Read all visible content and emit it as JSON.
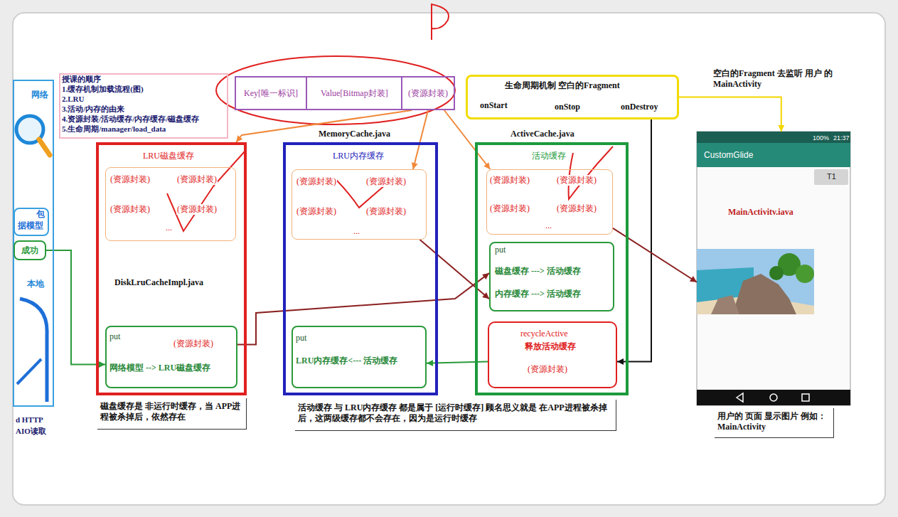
{
  "diagram": {
    "nodes": [
      {
        "text": [
          "网络",
          "本地"
        ]
      },
      {
        "text": [
          "包",
          "据模型"
        ],
        "in": 0
      },
      {
        "text": [
          "成功"
        ],
        "in": 0
      },
      {
        "text": [
          "授课的顺序",
          "1.缓存机制加载流程(图)",
          "2.LRU",
          "3.活动/内存的由来",
          "4.资源封装/活动缓存/内存缓存/磁盘缓存",
          "5.生命周期/manager/load_data"
        ]
      },
      {
        "text": [
          "Key[唯一标识]"
        ]
      },
      {
        "text": [
          "Value[Bitmap封装]"
        ]
      },
      {
        "text": [
          "(资源封装)"
        ]
      },
      {
        "text": [
          "生命周期机制 空白的Fragment",
          "onStart",
          "onStop",
          "onDestroy"
        ]
      },
      {
        "text": [
          "LRU磁盘缓存",
          "DiskLruCacheImpl.java"
        ]
      },
      {
        "text": [
          "(资源封装)",
          "(资源封装)",
          "(资源封装)",
          "(资源封装)",
          "..."
        ],
        "in": 8
      },
      {
        "text": [
          "put",
          "(资源封装)",
          "网络模型 --> LRU磁盘缓存"
        ],
        "in": 8
      },
      {
        "text": [
          "磁盘缓存是 非运行时缓存，当 APP进程被杀掉后，依然存在"
        ]
      },
      {
        "text": [
          "MemoryCache.java",
          "LRU内存缓存"
        ]
      },
      {
        "text": [
          "(资源封装)",
          "(资源封装)",
          "(资源封装)",
          "(资源封装)",
          "..."
        ],
        "in": 12
      },
      {
        "text": [
          "put",
          "LRU内存缓存<--- 活动缓存"
        ],
        "in": 12
      },
      {
        "text": [
          "ActiveCache.java",
          "活动缓存"
        ]
      },
      {
        "text": [
          "(资源封装)",
          "(资源封装)",
          "(资源封装)",
          "(资源封装)",
          "..."
        ],
        "in": 15
      },
      {
        "text": [
          "put",
          "磁盘缓存 ---> 活动缓存",
          "内存缓存 ---> 活动缓存"
        ],
        "in": 15
      },
      {
        "text": [
          "recycleActive",
          "释放活动缓存",
          "(资源封装)"
        ],
        "in": 15
      },
      {
        "text": [
          "活动缓存 与 LRU内存缓存 都是属于 [运行时缓存] 顾名思义就是 在APP进程被杀掉后，这两级缓存都不会存在，因为是运行时缓存"
        ]
      },
      {
        "text": [
          "CustomGlide",
          "MainActivitv.iava"
        ]
      },
      {
        "text": [
          "T1"
        ],
        "in": 20
      },
      {
        "text": [
          "用户的 页面 显示图片 例如：MainActivity"
        ]
      }
    ],
    "edges": [
      {
        "from": 6,
        "to": 8,
        "arrow": "to"
      },
      {
        "from": 6,
        "to": 13,
        "arrow": "to"
      },
      {
        "from": 6,
        "to": 16,
        "arrow": "to"
      },
      {
        "from": 2,
        "to": 10,
        "arrow": "to"
      },
      {
        "from": 10,
        "to": 17,
        "arrow": "to"
      },
      {
        "from": 13,
        "to": 17,
        "arrow": "to"
      },
      {
        "from": 18,
        "to": 14,
        "arrow": "to"
      },
      {
        "from": 7,
        "to": 18,
        "arrow": "to"
      },
      {
        "from": 16,
        "to": 20,
        "arrow": "to"
      },
      {
        "from": 7,
        "to": 20,
        "arrow": "to"
      }
    ],
    "labels": [
      "空白的Fragment 去监听 用户 的 MainActivity",
      "d HTTP",
      "AIO读取",
      "100%",
      "21:37"
    ]
  }
}
